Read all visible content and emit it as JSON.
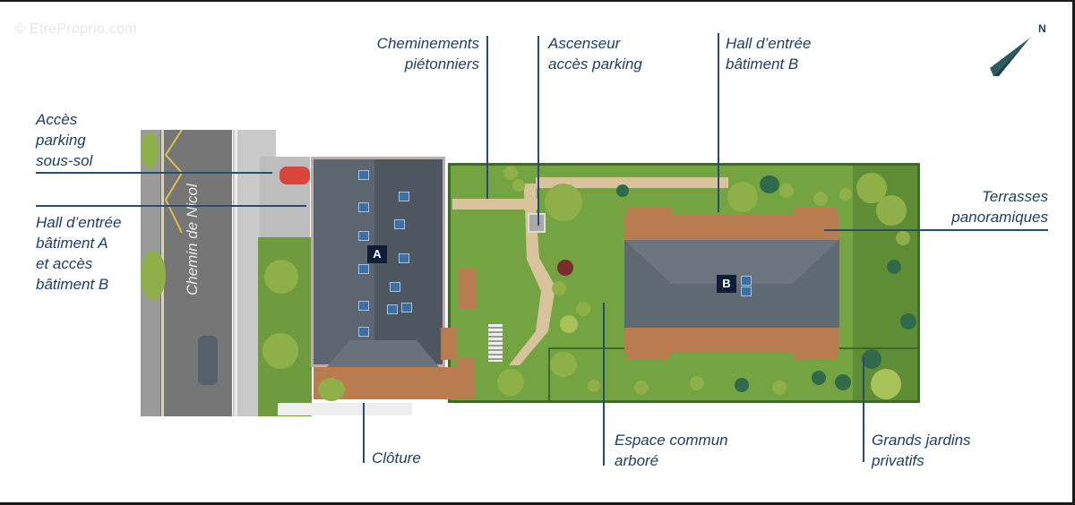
{
  "watermark": "© EtreProprio.com",
  "compass": {
    "label": "N",
    "icon": "north-arrow-icon",
    "color": "#2e5a5f"
  },
  "colors": {
    "label_text": "#1f3d63",
    "leader_line": "#2c4b72",
    "building_tag_bg": "#0f1e38"
  },
  "street": {
    "name": "Chemin de Nicol"
  },
  "buildings": [
    {
      "id": "A",
      "label": "A"
    },
    {
      "id": "B",
      "label": "B"
    }
  ],
  "labels": {
    "cheminements": "Cheminements\npiétonniers",
    "ascenseur": "Ascenseur\naccès parking",
    "hall_b": "Hall d’entrée\nbâtiment B",
    "acces_parking": "Accès\nparking\nsous-sol",
    "hall_a": "Hall d’entrée\nbâtiment A\net accès\nbâtiment B",
    "terrasses": "Terrasses\npanoramiques",
    "cloture": "Clôture",
    "espace_commun": "Espace commun\narboré",
    "jardins": "Grands jardins\nprivatifs"
  }
}
